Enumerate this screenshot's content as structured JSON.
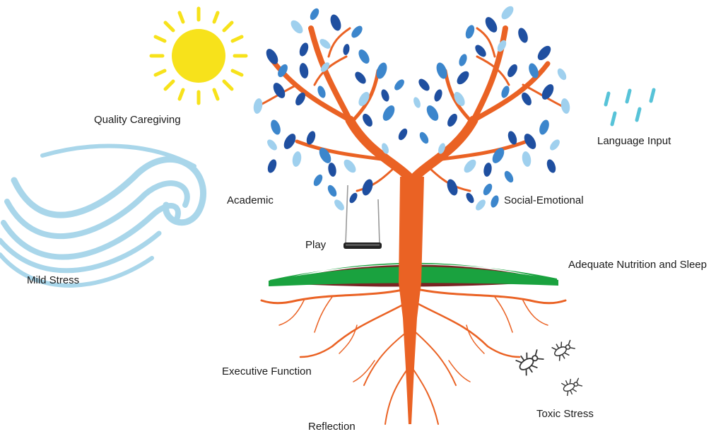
{
  "labels": {
    "quality_caregiving": "Quality Caregiving",
    "language_input": "Language Input",
    "academic": "Academic",
    "social_emotional": "Social-Emotional",
    "play": "Play",
    "adequate_nutrition_sleep": "Adequate Nutrition and Sleep",
    "mild_stress": "Mild Stress",
    "executive_function": "Executive Function",
    "reflection": "Reflection",
    "toxic_stress": "Toxic Stress"
  },
  "colors": {
    "sun": "#f7e21b",
    "wind": "#a9d6ea",
    "rain": "#57c3d8",
    "trunk": "#ea6224",
    "leaf_dark": "#1f4fa0",
    "leaf_mid": "#3c86cc",
    "leaf_light": "#9fd0ee",
    "grass": "#1aa23f",
    "soil": "#7a2424",
    "bugs": "#333333"
  },
  "icons": {
    "sun": "sun-icon",
    "wind": "wind-icon",
    "rain": "rain-icon",
    "swing": "swing-icon",
    "bugs": "bug-icon"
  }
}
